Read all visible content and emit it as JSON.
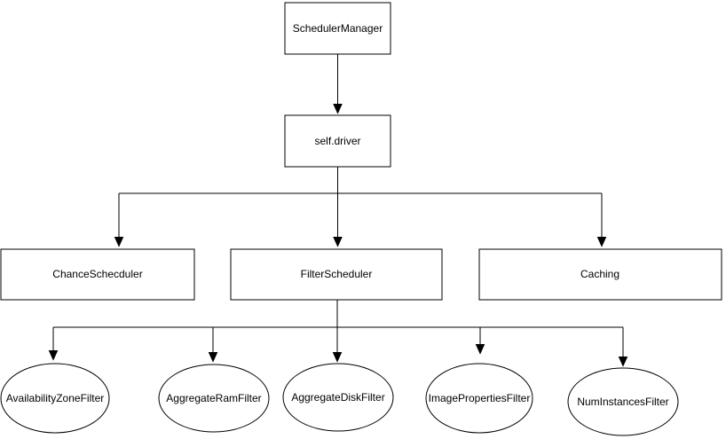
{
  "diagram": {
    "type": "flowchart",
    "colors": {
      "background": "#ffffff",
      "node_fill": "#ffffff",
      "node_stroke": "#000000",
      "text": "#000000",
      "arrow": "#000000"
    },
    "nodes": {
      "scheduler_manager": {
        "label": "SchedulerManager",
        "shape": "rect"
      },
      "self_driver": {
        "label": "self.driver",
        "shape": "rect"
      },
      "chance_scheduler": {
        "label": "ChanceSchecduler",
        "shape": "rect"
      },
      "filter_scheduler": {
        "label": "FilterScheduler",
        "shape": "rect"
      },
      "caching": {
        "label": "Caching",
        "shape": "rect"
      },
      "availability_zone_filter": {
        "label": "AvailabilityZoneFilter",
        "shape": "ellipse"
      },
      "aggregate_ram_filter": {
        "label": "AggregateRamFilter",
        "shape": "ellipse"
      },
      "aggregate_disk_filter": {
        "label": "AggregateDiskFilter",
        "shape": "ellipse"
      },
      "image_properties_filter": {
        "label": "ImagePropertiesFilter",
        "shape": "ellipse"
      },
      "num_instances_filter": {
        "label": "NumInstancesFilter",
        "shape": "ellipse"
      }
    },
    "edges": [
      {
        "from": "SchedulerManager",
        "to": "self.driver"
      },
      {
        "from": "self.driver",
        "to": "ChanceSchecduler"
      },
      {
        "from": "self.driver",
        "to": "FilterScheduler"
      },
      {
        "from": "self.driver",
        "to": "Caching"
      },
      {
        "from": "FilterScheduler",
        "to": "AvailabilityZoneFilter"
      },
      {
        "from": "FilterScheduler",
        "to": "AggregateRamFilter"
      },
      {
        "from": "FilterScheduler",
        "to": "AggregateDiskFilter"
      },
      {
        "from": "FilterScheduler",
        "to": "ImagePropertiesFilter"
      },
      {
        "from": "FilterScheduler",
        "to": "NumInstancesFilter"
      }
    ]
  }
}
